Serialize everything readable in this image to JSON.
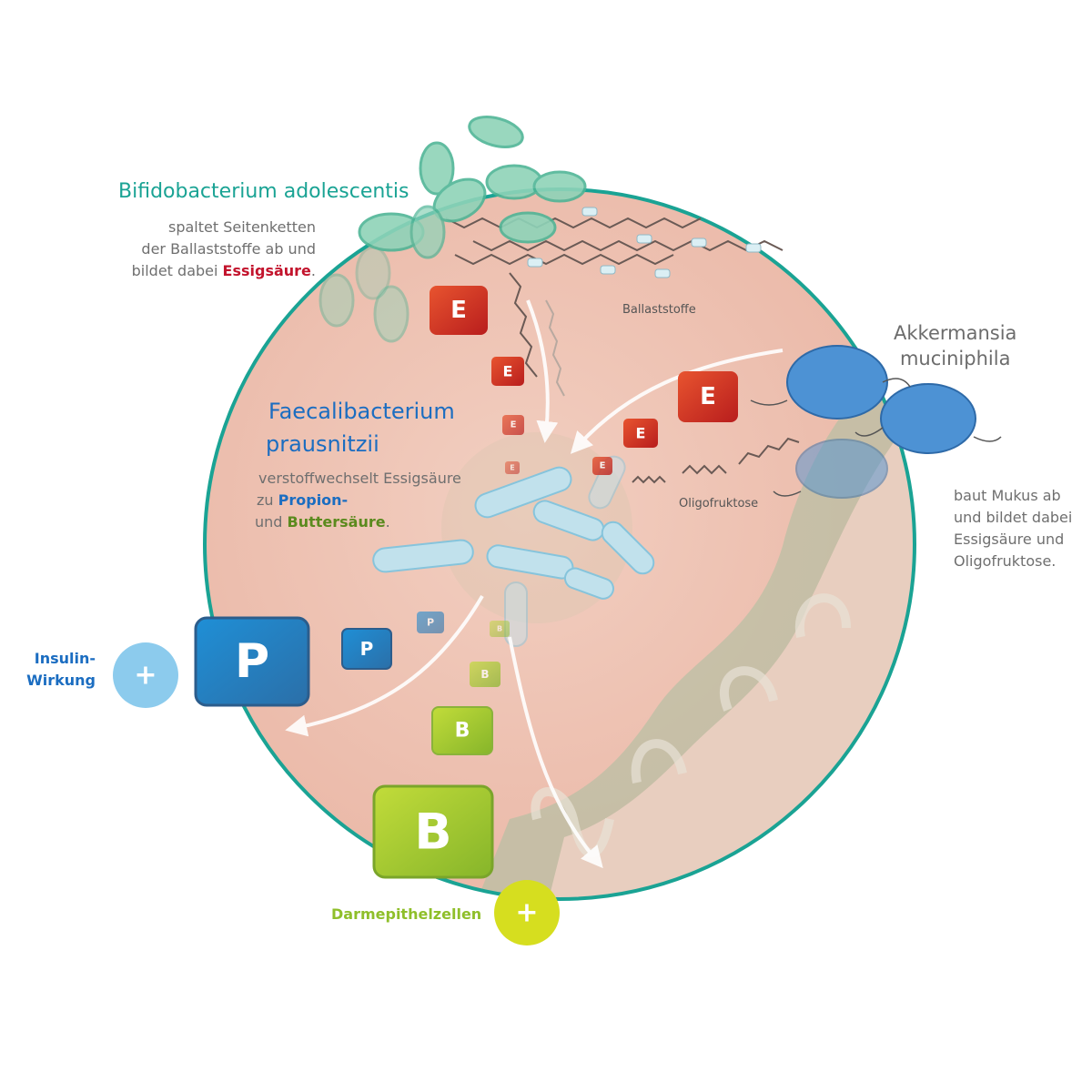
{
  "bifido": {
    "title": "Bifidobacterium adolescentis",
    "line1": "spaltet Seitenketten",
    "line2": "der Ballaststoffe ab und",
    "line3_pre": "bildet dabei ",
    "line3_highlight": "Essigsäure",
    "line3_post": "."
  },
  "faecali": {
    "title_line1": "Faecalibacterium",
    "title_line2": "prausnitzii",
    "line1": "verstoffwechselt Essigsäure",
    "line2_pre": "zu ",
    "line2_highlight": "Propion-",
    "line3_pre": "und ",
    "line3_highlight": "Buttersäure",
    "line3_post": "."
  },
  "akkermansia": {
    "title_line1": "Akkermansia",
    "title_line2": "muciniphila",
    "line1": "baut Mukus ab",
    "line2": "und bildet dabei",
    "line3": "Essigsäure und",
    "line4": "Oligofruktose."
  },
  "labels": {
    "ballaststoffe": "Ballaststoffe",
    "oligofruktose": "Oligofruktose",
    "insulin_line1": "Insulin-",
    "insulin_line2": "Wirkung",
    "darmepithel": "Darmepithelzellen"
  },
  "badges": {
    "E": "E",
    "P": "P",
    "B": "B",
    "plus": "+"
  },
  "colors": {
    "teal": "#1aa394",
    "circle_fill": "#efc4b4",
    "acetate_red": "#d3321f",
    "propionate_blue": "#2a7fc4",
    "butyrate_green": "#9cc63a",
    "plus_blue": "#8ccbed",
    "plus_yellow": "#d6de1f"
  }
}
